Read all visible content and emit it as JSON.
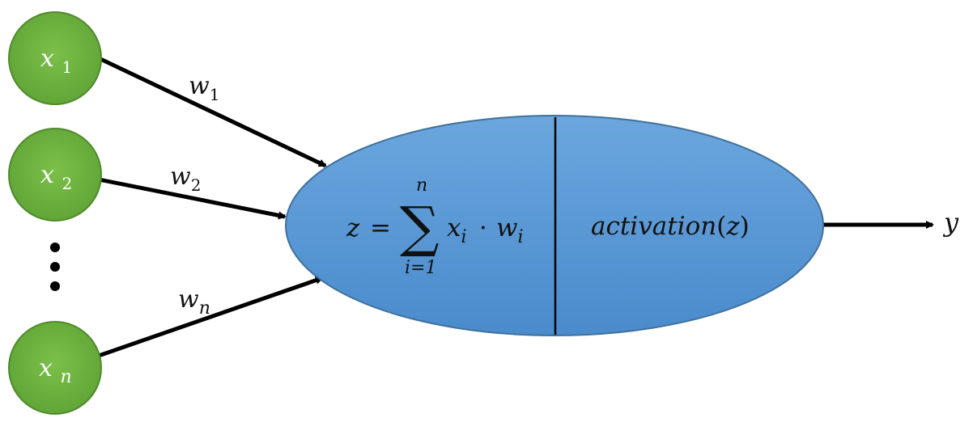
{
  "colors": {
    "input_node_fill": "#6fb23f",
    "input_node_stroke": "#4f8a2a",
    "neuron_fill": "#5b9bd5",
    "neuron_stroke": "#41719c",
    "edge": "#000000"
  },
  "inputs": [
    {
      "var": "x",
      "sub": "1"
    },
    {
      "var": "x",
      "sub": "2"
    },
    {
      "var": "x",
      "sub": "n"
    }
  ],
  "ellipsis": "⋮",
  "weights": [
    {
      "var": "w",
      "sub": "1"
    },
    {
      "var": "w",
      "sub": "2"
    },
    {
      "var": "w",
      "sub": "n"
    }
  ],
  "sum_formula": {
    "lhs": "z",
    "equals": "=",
    "sigma": "∑",
    "upper": "n",
    "lower": "i=1",
    "term_x": "x",
    "term_x_sub": "i",
    "dot": "·",
    "term_w": "w",
    "term_w_sub": "i"
  },
  "activation": {
    "fn": "activation",
    "open": "(",
    "arg": "z",
    "close": ")"
  },
  "output": "y"
}
